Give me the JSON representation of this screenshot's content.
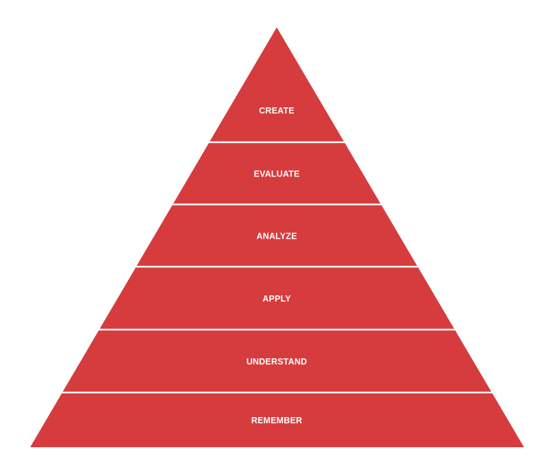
{
  "diagram": {
    "type": "pyramid",
    "fill_color": "#d63c3d",
    "separator_color": "#ffffff",
    "label_color": "#ffffff",
    "tiers": [
      {
        "label": "CREATE"
      },
      {
        "label": "EVALUATE"
      },
      {
        "label": "ANALYZE"
      },
      {
        "label": "APPLY"
      },
      {
        "label": "UNDERSTAND"
      },
      {
        "label": "REMEMBER"
      }
    ]
  }
}
